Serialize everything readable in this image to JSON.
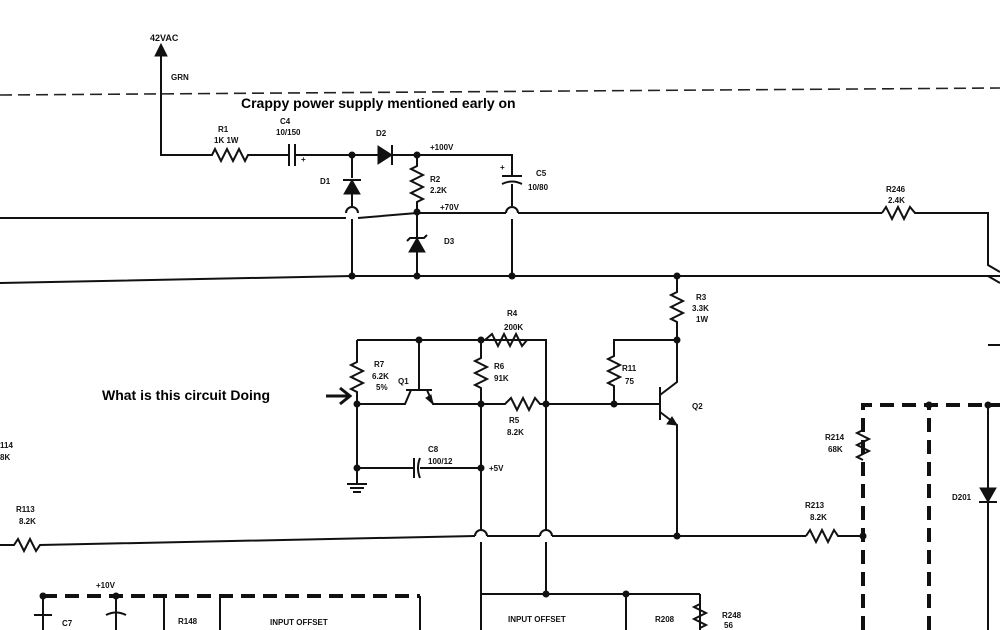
{
  "annotations": {
    "title": "Crappy power supply mentioned early on",
    "question": "What is this circuit Doing"
  },
  "supply": {
    "ac_input": "42VAC",
    "grn": "GRN",
    "r1": "R1",
    "r1_val": "1K 1W",
    "c4": "C4",
    "c4_val": "10/150",
    "plus": "+",
    "d1": "D1",
    "d2": "D2",
    "d3": "D3",
    "r2": "R2",
    "r2_val": "2.2K",
    "v100": "+100V",
    "v70": "+70V",
    "c5": "C5",
    "c5_val": "10/80",
    "r246": "R246",
    "r246_val": "2.4K"
  },
  "circuit": {
    "r3": "R3",
    "r3_val": "3.3K",
    "r3_pwr": "1W",
    "r4": "R4",
    "r4_val": "200K",
    "r6": "R6",
    "r6_val": "91K",
    "r5": "R5",
    "r5_val": "8.2K",
    "r7": "R7",
    "r7_val": "6.2K",
    "r7_tol": "5%",
    "q1": "Q1",
    "q2": "Q2",
    "r11": "R11",
    "r11_val": "75",
    "c8": "C8",
    "c8_val": "100/12",
    "v5": "+5V"
  },
  "right": {
    "r214": "R214",
    "r214_val": "68K",
    "r213": "R213",
    "r213_val": "8.2K",
    "d201": "D201"
  },
  "left": {
    "r114_partial": "114",
    "r114_val_partial": "8K",
    "r113": "R113",
    "r113_val": "8.2K"
  },
  "bottom": {
    "v10": "+10V",
    "c7": "C7",
    "r148": "R148",
    "input_offset_1": "INPUT OFFSET",
    "input_offset_2": "INPUT OFFSET",
    "r208": "R208",
    "r248": "R248",
    "r248_val": "56"
  }
}
